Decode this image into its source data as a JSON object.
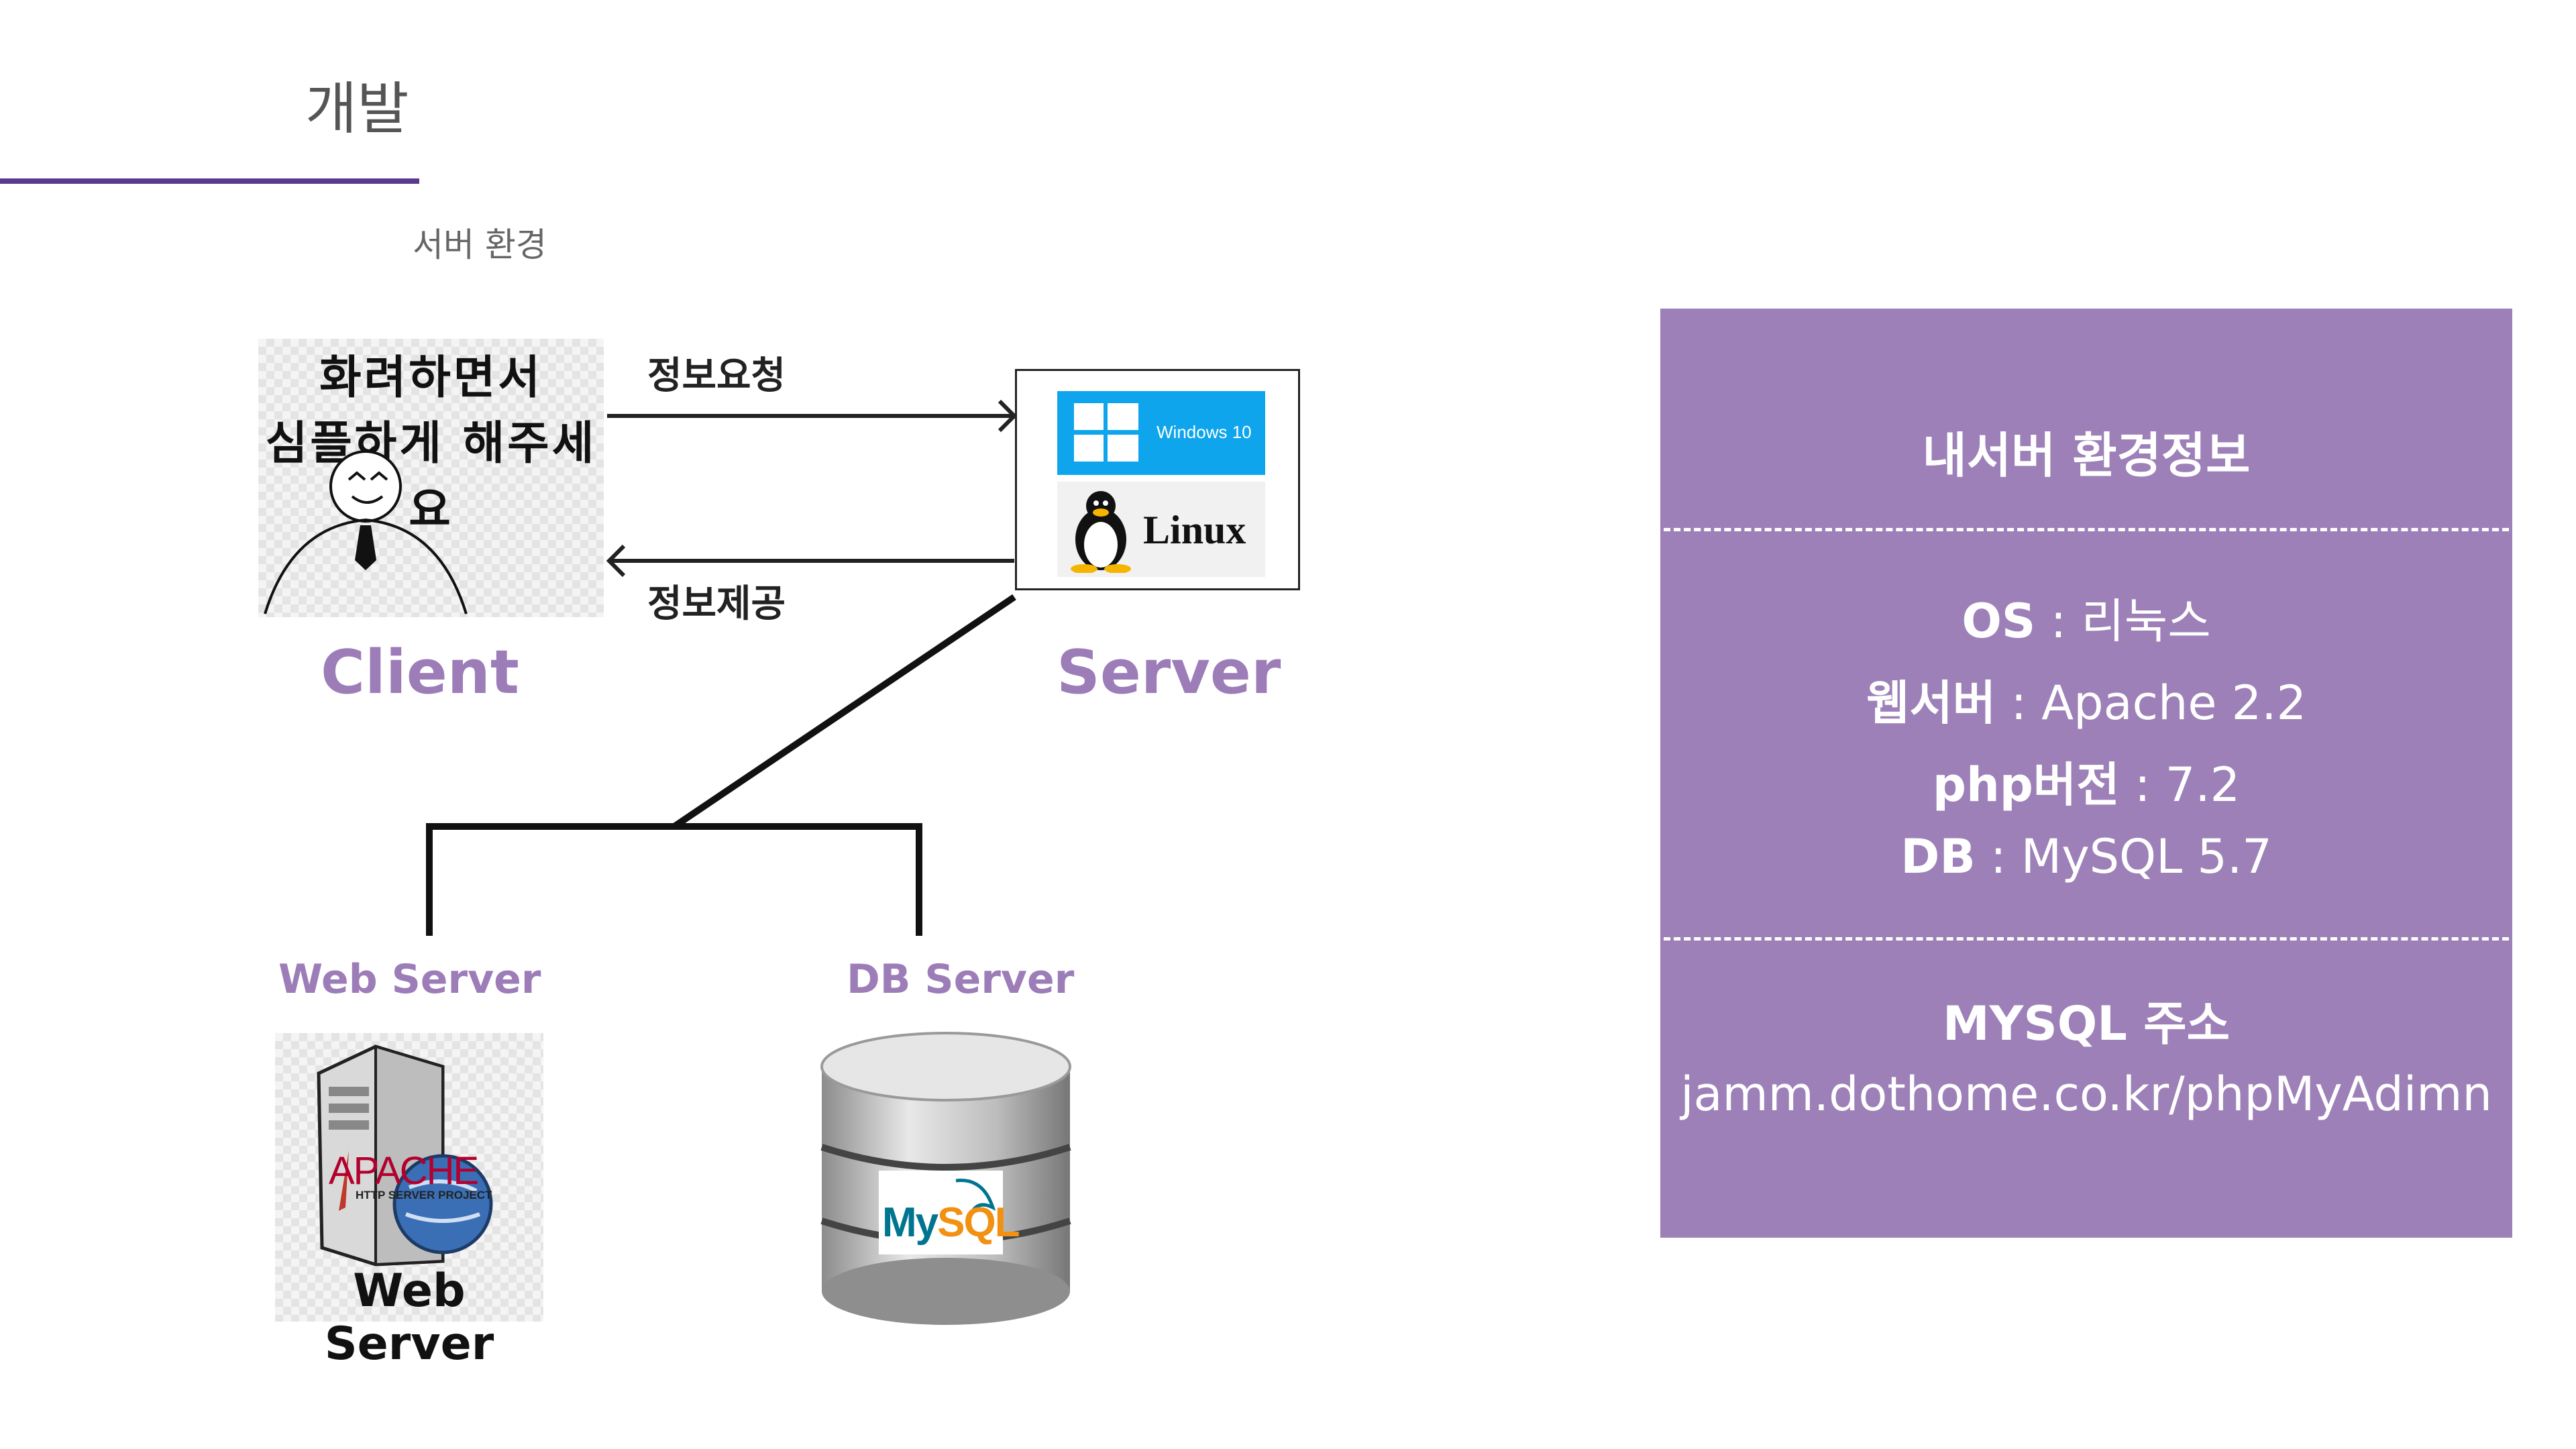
{
  "header": {
    "title": "개발",
    "subtitle": "서버 환경"
  },
  "diagram": {
    "client": {
      "speech_line1": "화려하면서",
      "speech_line2": "심플하게 해주세요",
      "label": "Client"
    },
    "server": {
      "label": "Server",
      "windows_text": "Windows 10",
      "linux_text": "Linux"
    },
    "arrows": {
      "request": "정보요청",
      "response": "정보제공"
    },
    "web_server": {
      "label": "Web Server",
      "image_caption": "Web Server",
      "logo_text": "APACHE",
      "logo_subtext": "HTTP SERVER PROJECT"
    },
    "db_server": {
      "label": "DB Server",
      "logo_my": "My",
      "logo_sql": "SQL"
    }
  },
  "info_panel": {
    "title": "내서버 환경정보",
    "os_key": "OS",
    "os_value": " : 리눅스",
    "web_key": "웹서버",
    "web_value": " : Apache 2.2",
    "php_key": "php버전",
    "php_value": " : 7.2",
    "db_key": "DB",
    "db_value": " : MySQL 5.7",
    "mysql_title": "MYSQL 주소",
    "mysql_url": "jamm.dothome.co.kr/phpMyAdimn"
  },
  "colors": {
    "accent_purple": "#9d7db8",
    "panel_purple": "#9d80b8",
    "title_rule": "#5b3a8e",
    "windows_blue": "#0ea5ec"
  }
}
